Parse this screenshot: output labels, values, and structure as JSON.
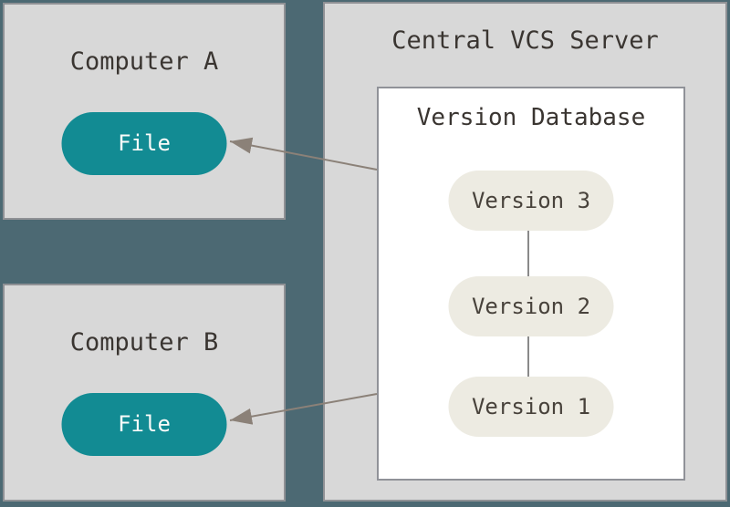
{
  "diagram": {
    "title_hint": "Centralized version control diagram",
    "colors": {
      "background": "#4c6973",
      "panel": "#d8d8d8",
      "panel_border": "#8f9195",
      "database_background": "#ffffff",
      "file_pill": "#128b93",
      "file_pill_text": "#fbfbf9",
      "version_pill": "#edebe2",
      "heading_text": "#3a3531",
      "arrow": "#8b8178",
      "connector_line": "#8a8a8a"
    }
  },
  "computer_a": {
    "title": "Computer A",
    "file_label": "File"
  },
  "computer_b": {
    "title": "Computer B",
    "file_label": "File"
  },
  "server": {
    "title": "Central VCS Server",
    "database": {
      "title": "Version Database",
      "versions": [
        {
          "label": "Version 3"
        },
        {
          "label": "Version 2"
        },
        {
          "label": "Version 1"
        }
      ]
    }
  }
}
